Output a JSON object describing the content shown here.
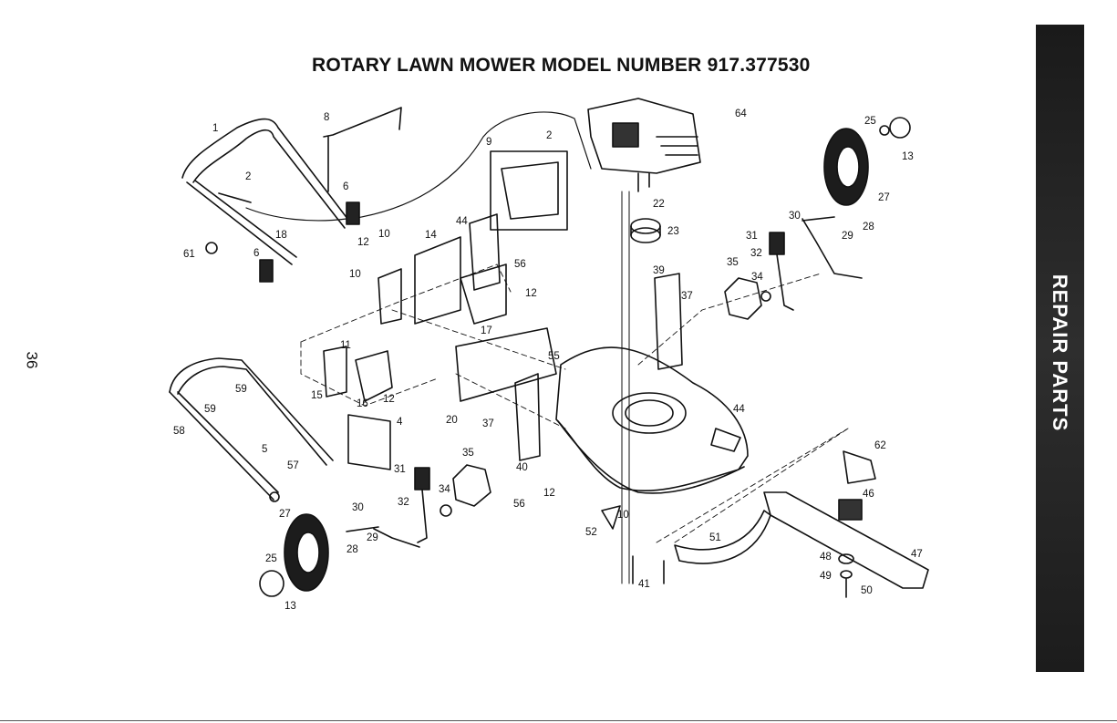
{
  "title": "ROTARY LAWN MOWER MODEL NUMBER 917.377530",
  "page_number": "36",
  "sidebar_label": "REPAIR PARTS",
  "callouts": [
    "1",
    "2",
    "6",
    "18",
    "61",
    "6",
    "8",
    "9",
    "2",
    "64",
    "25",
    "13",
    "27",
    "10",
    "12",
    "10",
    "14",
    "44",
    "56",
    "12",
    "17",
    "22",
    "23",
    "39",
    "30",
    "31",
    "32",
    "29",
    "28",
    "35",
    "34",
    "37",
    "11",
    "15",
    "16",
    "12",
    "4",
    "20",
    "37",
    "55",
    "35",
    "40",
    "56",
    "12",
    "44",
    "62",
    "46",
    "58",
    "59",
    "59",
    "5",
    "57",
    "31",
    "32",
    "34",
    "30",
    "27",
    "29",
    "28",
    "25",
    "13",
    "10",
    "52",
    "51",
    "41",
    "48",
    "49",
    "50",
    "47"
  ]
}
